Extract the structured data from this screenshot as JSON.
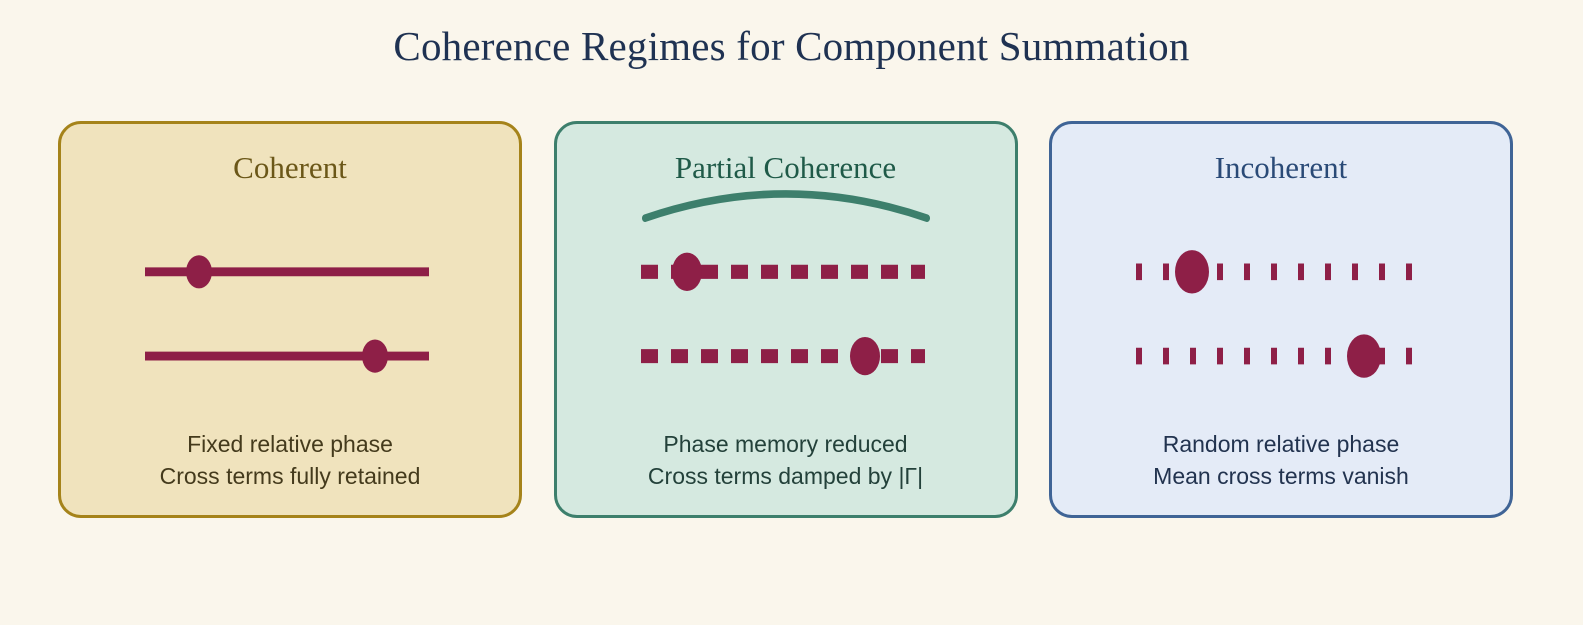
{
  "figure": {
    "title": "Coherence Regimes for Component Summation",
    "background_color": "#faf6ec",
    "title_color": "#1f3252",
    "wave_color": "#8e1f47"
  },
  "panels": [
    {
      "id": "coherent",
      "title": "Coherent",
      "background_color": "#f0e3bd",
      "border_color": "#a5831a",
      "title_color": "#6b5718",
      "caption_color": "#443a1c",
      "line_style": "solid",
      "arc": false,
      "caption": {
        "line1": "Fixed relative phase",
        "line2": "Cross terms fully retained"
      },
      "markers": [
        {
          "row": 1,
          "position_fraction": 0.19,
          "radius": 13
        },
        {
          "row": 2,
          "position_fraction": 0.81,
          "radius": 13
        }
      ]
    },
    {
      "id": "partial-coherence",
      "title": "Partial Coherence",
      "background_color": "#d5e9e0",
      "border_color": "#3d7f6c",
      "title_color": "#1f5a48",
      "caption_color": "#23413a",
      "line_style": "dashed",
      "arc": true,
      "arc_color": "#3d7f6c",
      "caption": {
        "line1": "Phase memory reduced",
        "line2": "Cross terms damped by |Γ|"
      },
      "markers": [
        {
          "row": 1,
          "position_fraction": 0.16,
          "radius": 15
        },
        {
          "row": 2,
          "position_fraction": 0.79,
          "radius": 15
        }
      ]
    },
    {
      "id": "incoherent",
      "title": "Incoherent",
      "background_color": "#e4ebf7",
      "border_color": "#3f6496",
      "title_color": "#2a4a77",
      "caption_color": "#22334f",
      "line_style": "dotted",
      "arc": false,
      "caption": {
        "line1": "Random relative phase",
        "line2": "Mean cross terms vanish"
      },
      "markers": [
        {
          "row": 1,
          "position_fraction": 0.19,
          "radius": 17
        },
        {
          "row": 2,
          "position_fraction": 0.81,
          "radius": 17
        }
      ]
    }
  ]
}
